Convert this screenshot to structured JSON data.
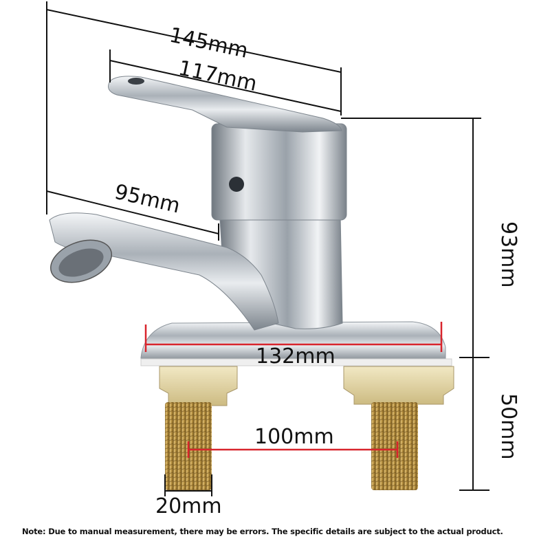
{
  "dimensions": {
    "overall_length": "145mm",
    "handle_length": "117mm",
    "spout_reach": "95mm",
    "body_height": "93mm",
    "shank_length": "50mm",
    "base_width": "132mm",
    "shank_spacing": "100mm",
    "shank_diameter": "20mm"
  },
  "note": "Note: Due to manual measurement, there may be errors. The specific details are subject to the actual product.",
  "colors": {
    "dimension_line": "#111111",
    "highlight_line": "#d8242c",
    "chrome": "#c9ced4",
    "brass": "#c9a24a",
    "plastic_nut": "#e8dcb0"
  }
}
